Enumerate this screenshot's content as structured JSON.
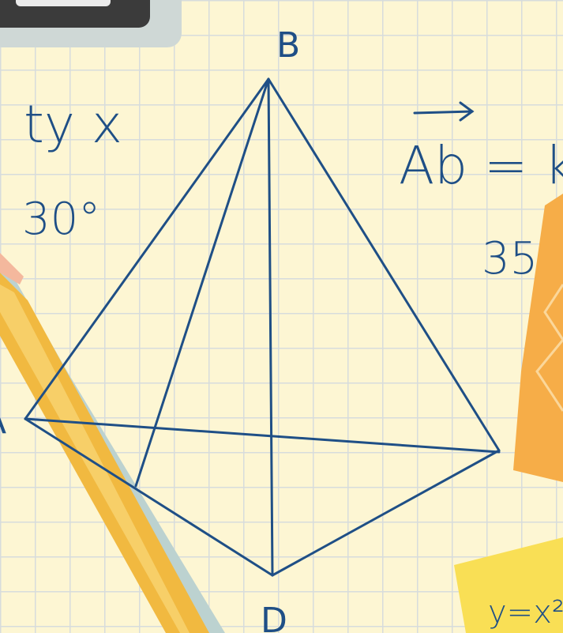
{
  "colors": {
    "paper": "#fdf6d3",
    "grid": "#d7dcdc",
    "ink": "#1f4f86",
    "pencil": "#f1b940",
    "note_orange": "#f6ad48",
    "note_yellow": "#f9df55",
    "clip": "#3b3b3b"
  },
  "labels": {
    "vertex_b": "B",
    "vertex_d": "D",
    "vertex_a": "A",
    "note_tyx": "ty x",
    "note_angle": "30°",
    "note_vector": "Ab = k",
    "note_35": "35",
    "sticky_formula": "y=x²"
  },
  "icons": {
    "pencil": "pencil-icon",
    "binder_clip": "binder-clip-icon",
    "sticky_note": "sticky-note-icon"
  }
}
